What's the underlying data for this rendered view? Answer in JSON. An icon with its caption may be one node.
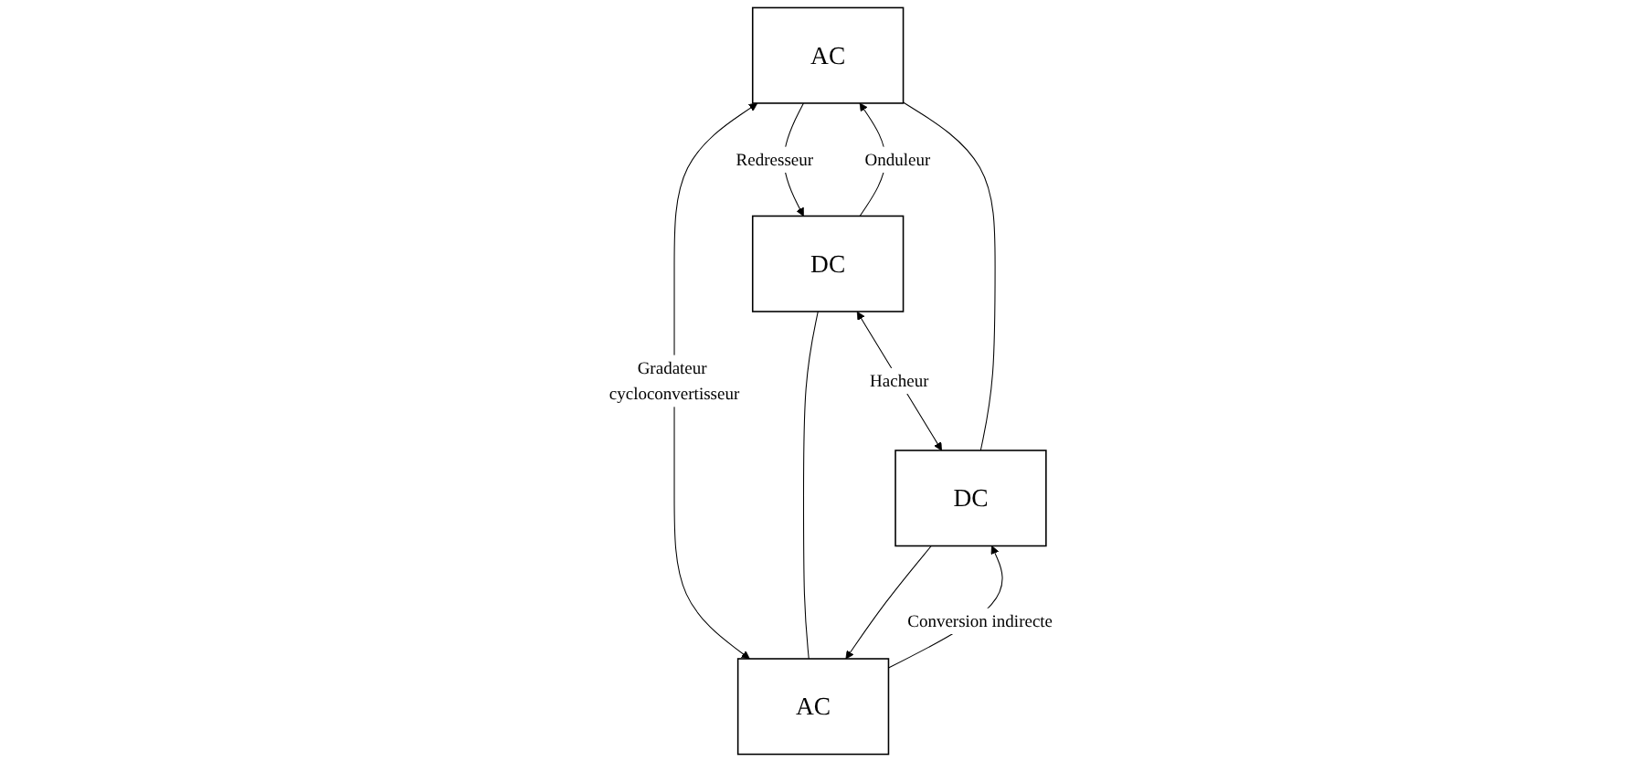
{
  "diagram": {
    "nodes": [
      {
        "text": [
          "AC"
        ]
      },
      {
        "text": [
          "DC"
        ]
      },
      {
        "text": [
          "AC"
        ]
      },
      {
        "text": [
          "DC"
        ]
      }
    ],
    "edges": [
      {
        "from": 0,
        "to": 1,
        "arrow": "to",
        "label": "Redresseur"
      },
      {
        "from": 1,
        "to": 0,
        "arrow": "to",
        "label": "Onduleur"
      },
      {
        "from": 0,
        "to": 2,
        "arrow": "both",
        "label": "Gradateur cycloconvertisseur"
      },
      {
        "from": 1,
        "to": 3,
        "arrow": "both",
        "label": "Hacheur"
      },
      {
        "from": 0,
        "to": 3,
        "arrow": "none"
      },
      {
        "from": 1,
        "to": 2,
        "arrow": "none"
      },
      {
        "from": 2,
        "to": 3,
        "arrow": "to",
        "label": "Conversion indirecte"
      },
      {
        "from": 3,
        "to": 2,
        "arrow": "to"
      }
    ]
  }
}
